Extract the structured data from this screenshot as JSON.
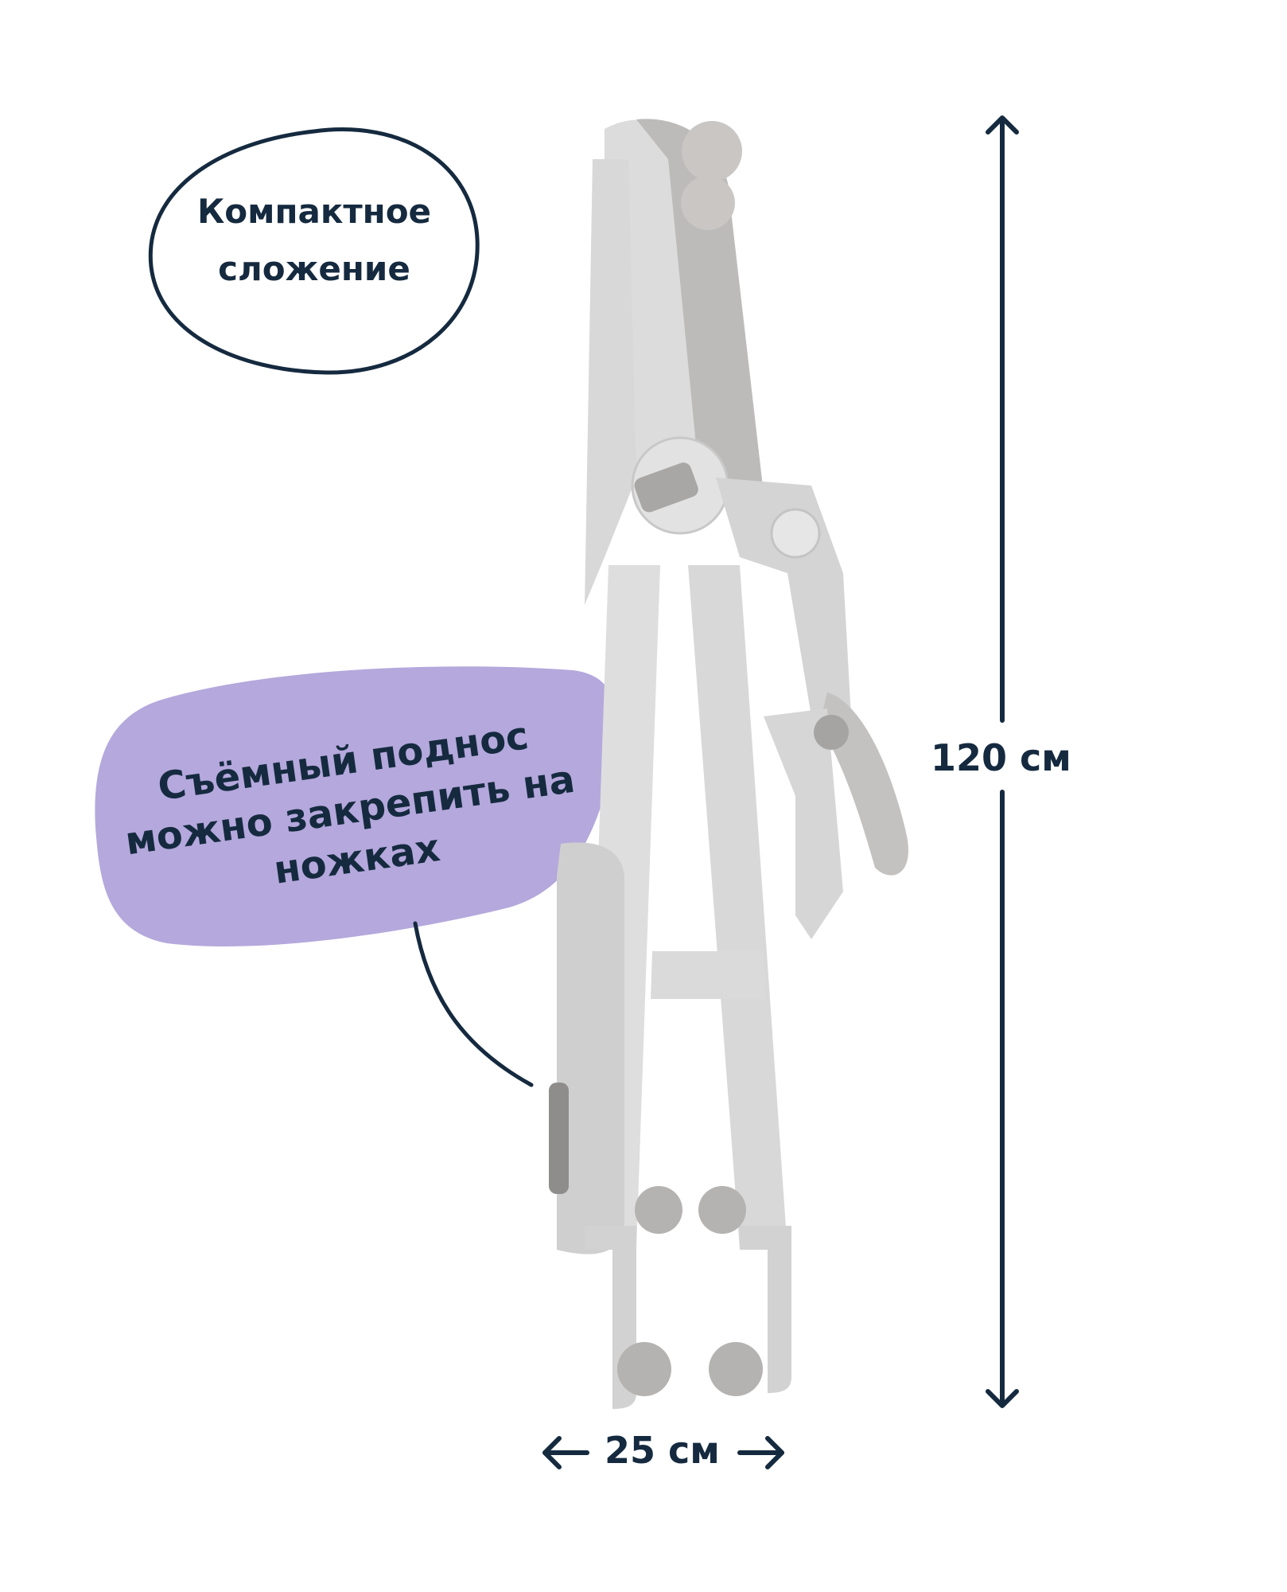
{
  "callouts": {
    "folding": "Компактное сложение",
    "tray": "Съёмный поднос можно закрепить на ножках"
  },
  "dimensions": {
    "height_label": "120 см",
    "width_label": "25 см"
  },
  "colors": {
    "text": "#152a3f",
    "tray_bubble": "#b4a8dc",
    "chair": "#dcdcdc",
    "chair_shadow": "#c6c6c6",
    "cushion": "#bdbbb9"
  },
  "icons": [
    "arrow-up-icon",
    "arrow-down-icon",
    "arrow-left-icon",
    "arrow-right-icon"
  ]
}
